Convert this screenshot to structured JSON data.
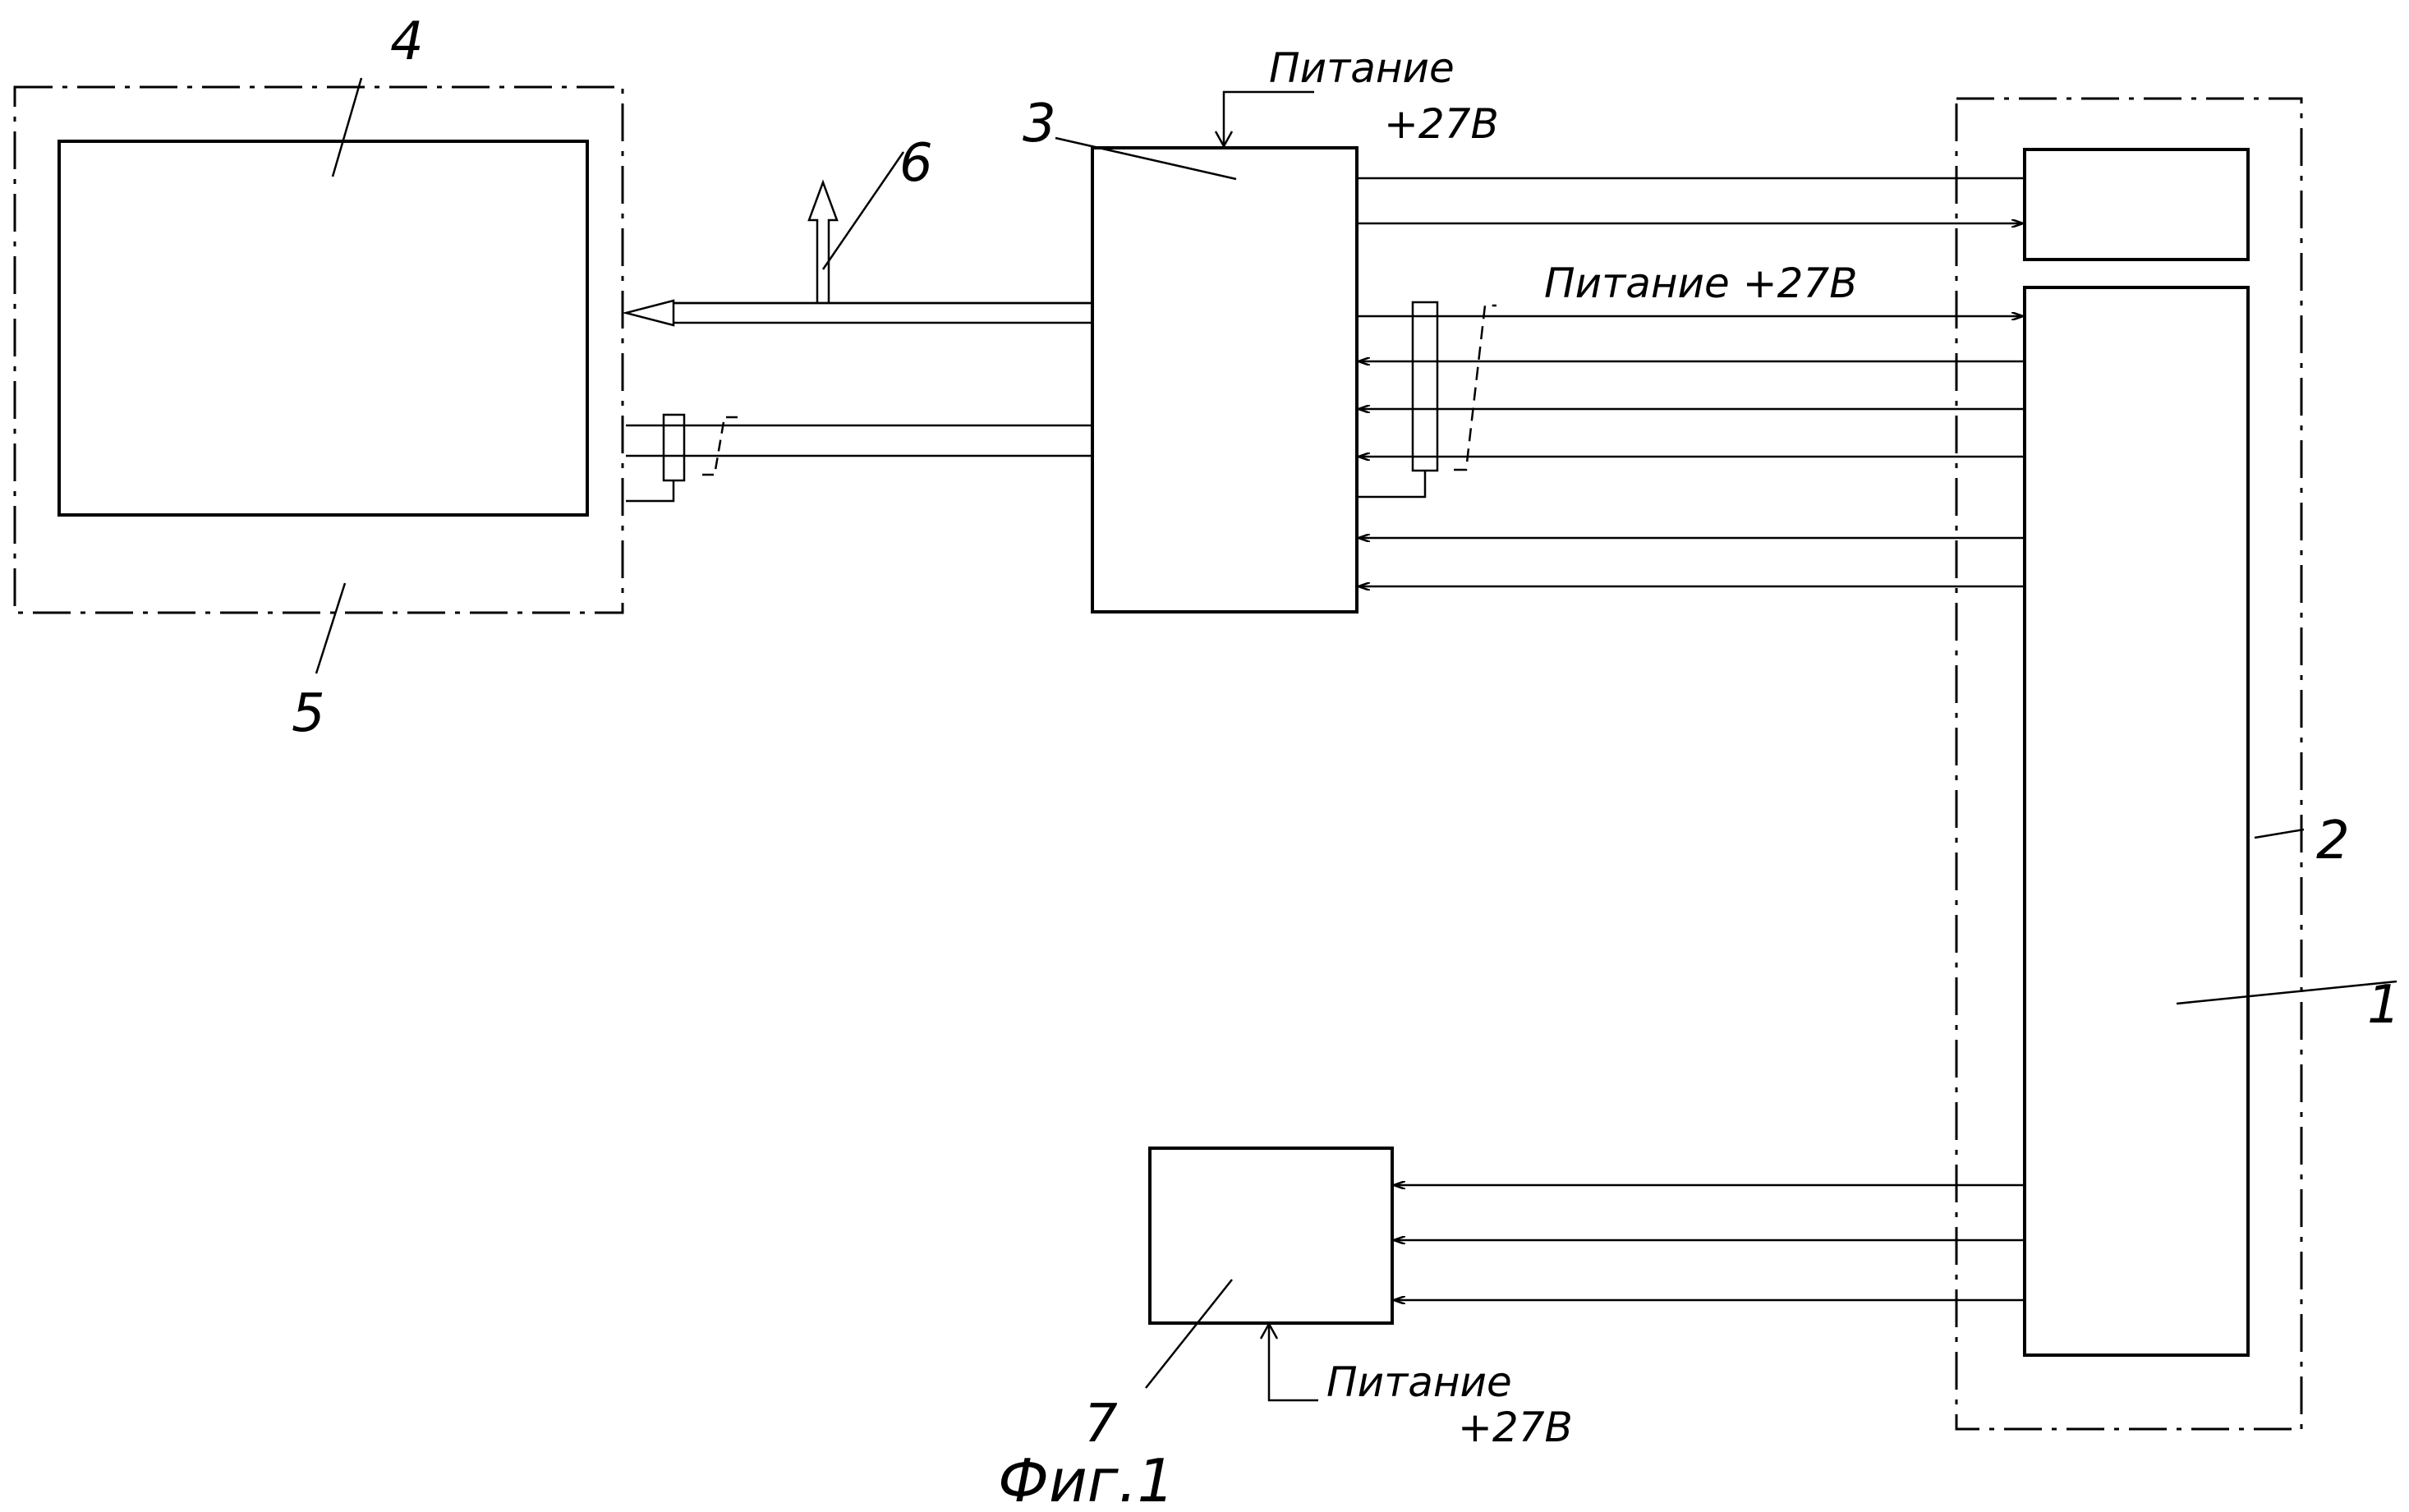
{
  "labels": {
    "block1": "1",
    "block2": "2",
    "block3": "3",
    "block4": "4",
    "block5": "5",
    "output6": "6",
    "block7": "7"
  },
  "captions": {
    "power_top_line1": "Питание",
    "power_top_line2": "+27В",
    "power_mid": "Питание +27В",
    "power_bottom_line1": "Питание",
    "power_bottom_line2": "+27В"
  },
  "figure_caption": "Фиг.1"
}
